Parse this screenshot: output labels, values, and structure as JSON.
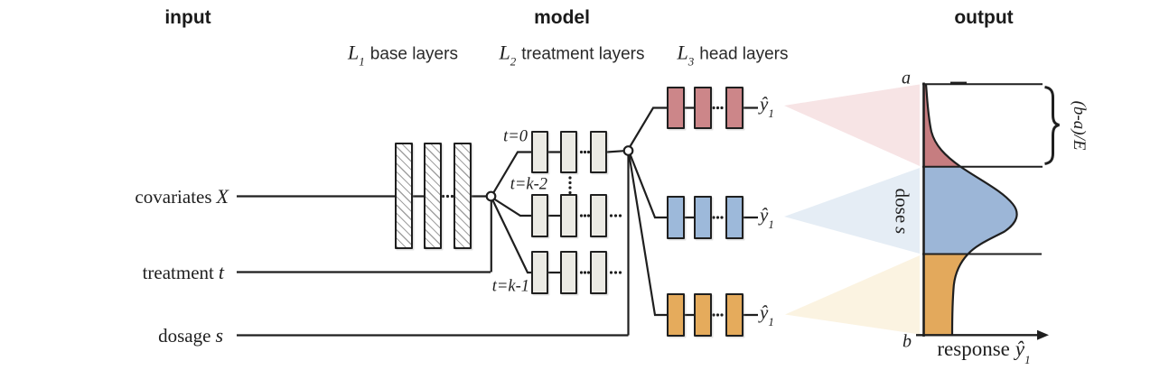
{
  "header": {
    "input": "input",
    "model": "model",
    "output": "output"
  },
  "model": {
    "layer_groups": [
      {
        "symbol": "L",
        "sub": "1",
        "label": "base layers"
      },
      {
        "symbol": "L",
        "sub": "2",
        "label": "treatment layers"
      },
      {
        "symbol": "L",
        "sub": "3",
        "label": "head layers"
      }
    ],
    "treatment_labels": [
      {
        "text": "t=0"
      },
      {
        "text": "t=k-2"
      },
      {
        "text": "t=k-1"
      }
    ],
    "head_output": {
      "base": "ŷ",
      "sub": "1"
    }
  },
  "inputs": [
    {
      "label": "covariates",
      "var": "X"
    },
    {
      "label": "treatment",
      "var": "t"
    },
    {
      "label": "dosage",
      "var": "s"
    }
  ],
  "output_plot": {
    "top": "a",
    "bottom": "b",
    "y_axis_label": {
      "label": "dose",
      "var": "s"
    },
    "x_axis_label": {
      "label": "response",
      "var": "ŷ",
      "sub": "1"
    },
    "brace_label": "(b-a)/E"
  },
  "colors": {
    "ink": "#1f1f1f",
    "red-box": "#cc8689",
    "blue-box": "#9db9da",
    "orange-box": "#e5ab5c",
    "gray-box": "#ebeae4",
    "band-red": "#c67d80",
    "band-blue": "#9cb6d7",
    "band-orange": "#e3a95c",
    "tri-pink": "#f7e4e5",
    "tri-blue": "#e5edf5",
    "tri-cream": "#fbf3e1"
  }
}
